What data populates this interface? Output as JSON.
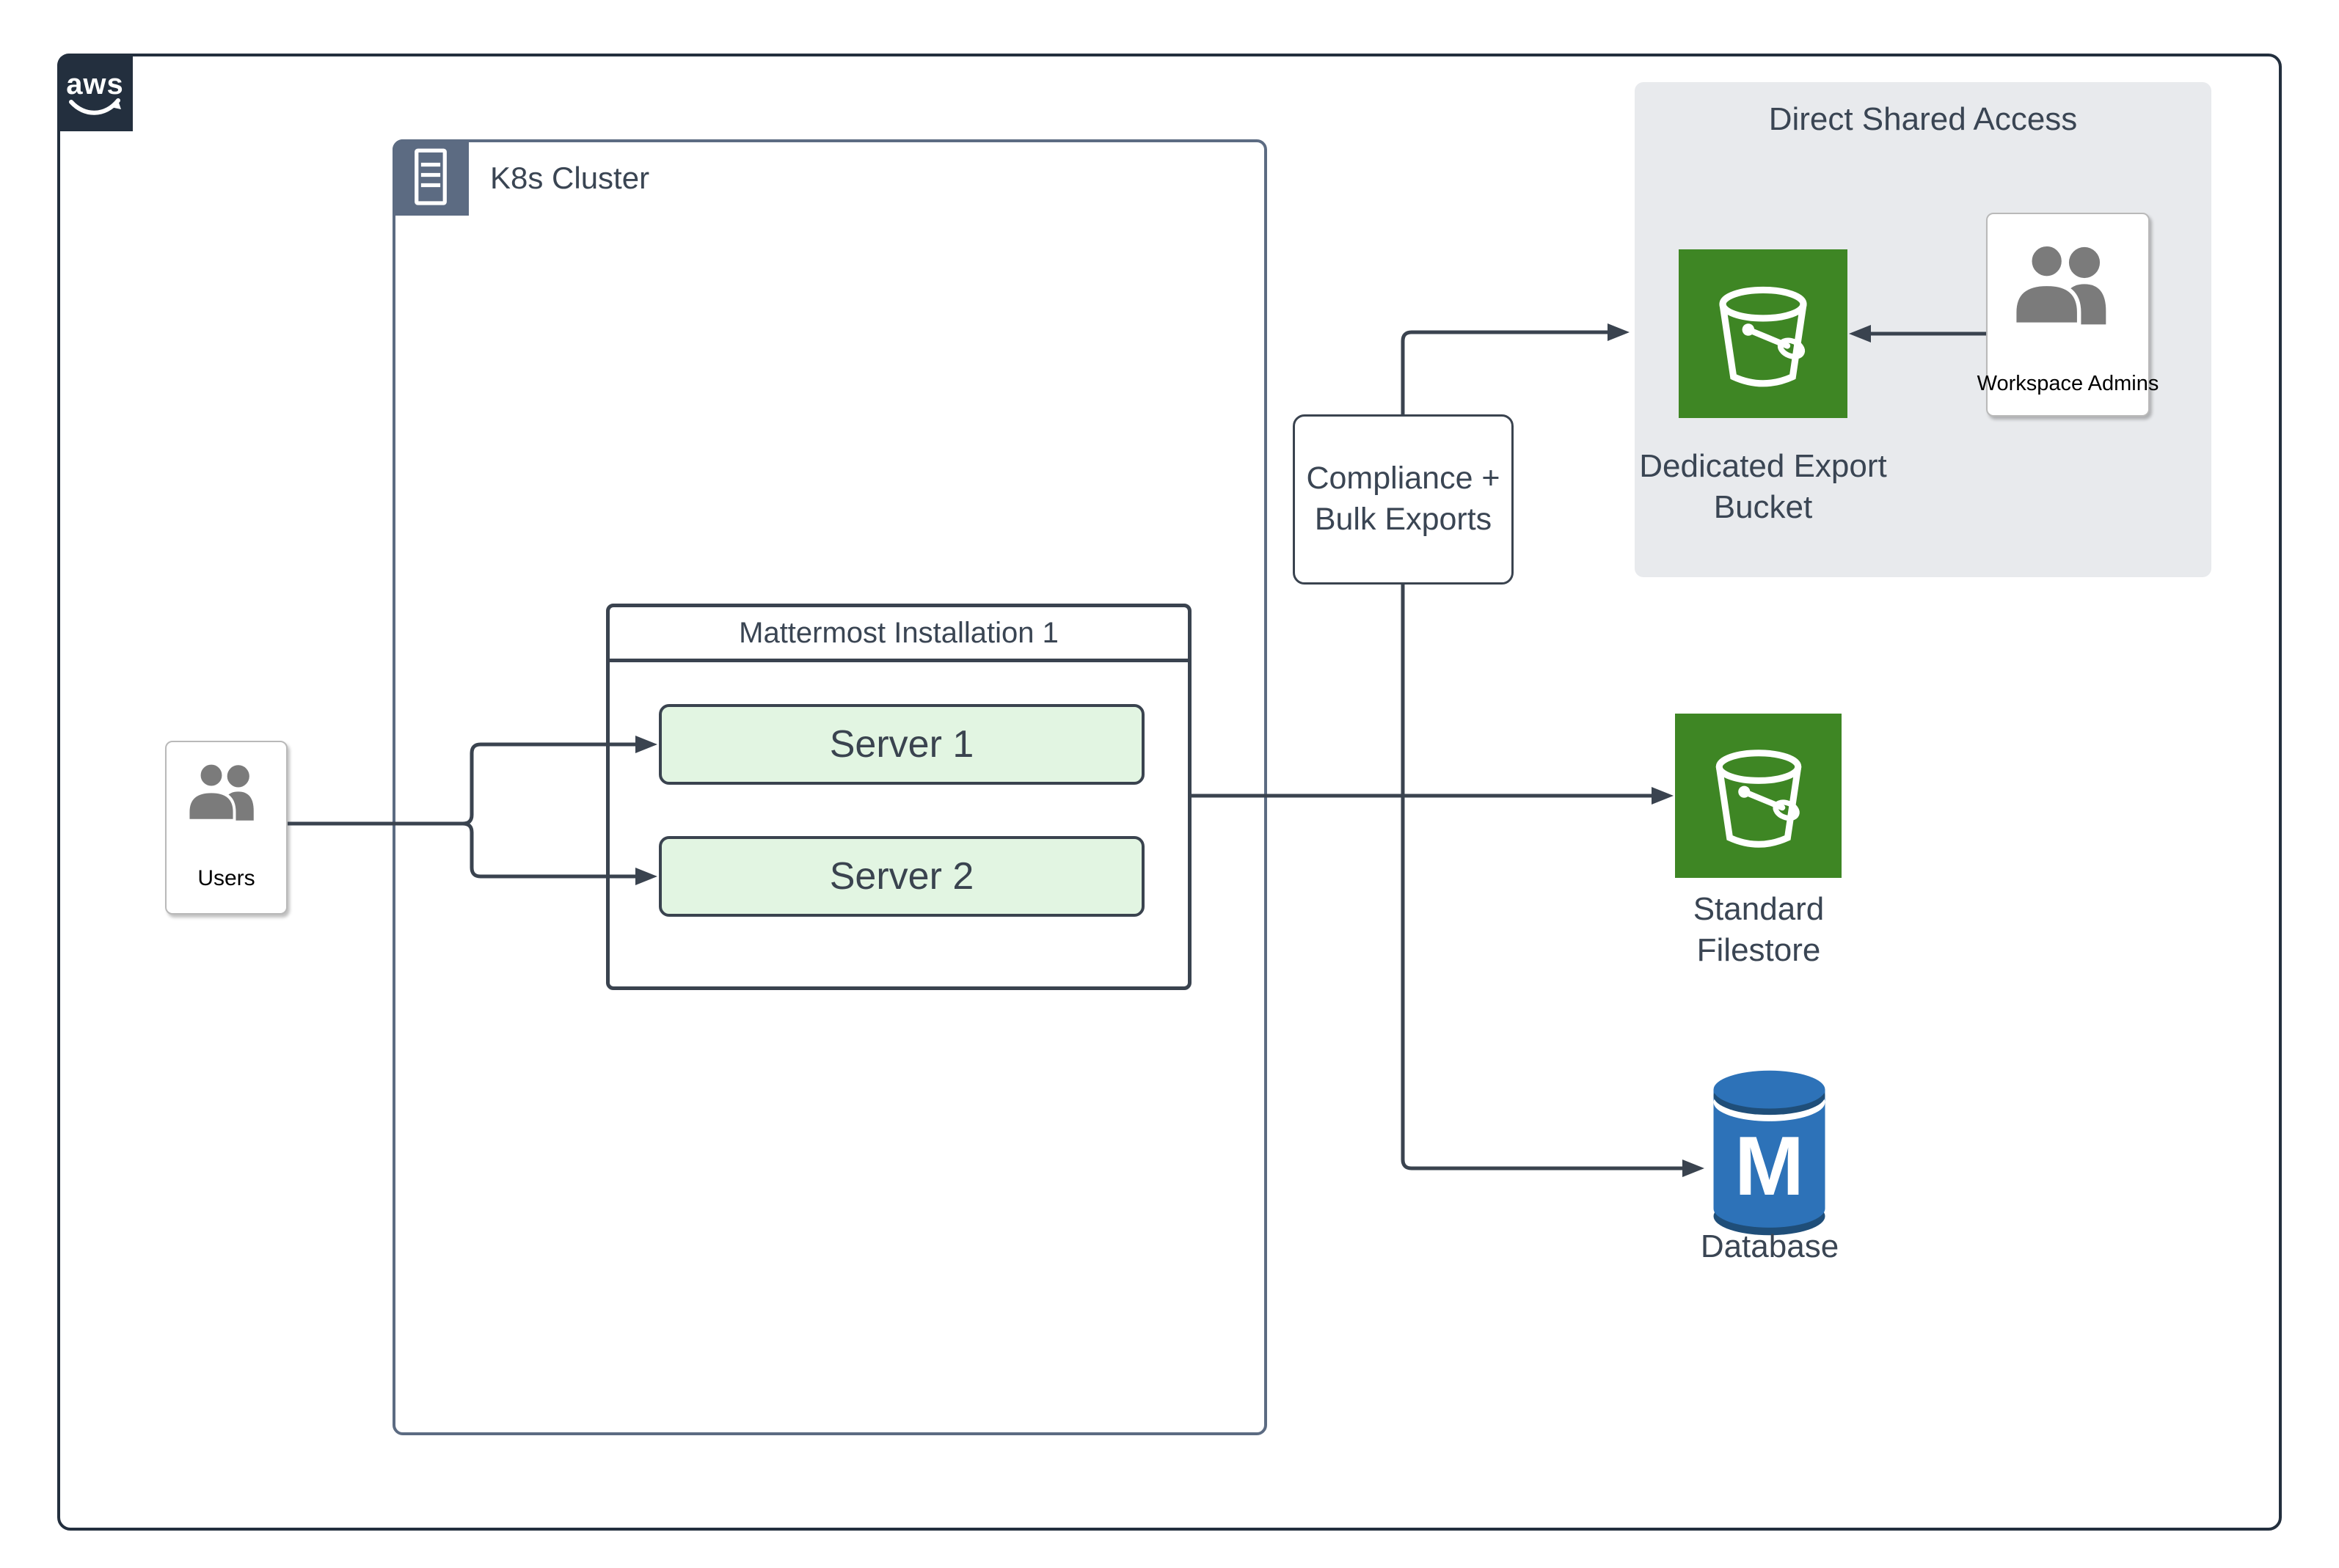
{
  "diagram": {
    "aws_label": "aws",
    "k8s_cluster": {
      "label": "K8s Cluster"
    },
    "mattermost": {
      "title": "Mattermost Installation 1",
      "servers": [
        "Server 1",
        "Server 2"
      ]
    },
    "users": {
      "label": "Users"
    },
    "compliance": {
      "line1": "Compliance +",
      "line2": "Bulk Exports"
    },
    "direct_shared_access": {
      "title": "Direct Shared Access",
      "bucket_label_line1": "Dedicated Export",
      "bucket_label_line2": "Bucket",
      "admins_label": "Workspace Admins"
    },
    "standard_filestore": {
      "line1": "Standard",
      "line2": "Filestore"
    },
    "database": {
      "label": "Database",
      "monogram": "M"
    }
  },
  "icons": {
    "aws_logo": "aws-smile-logo",
    "k8s_badge": "server-rack-icon",
    "users": "people-icon",
    "workspace_admins": "people-icon",
    "dedicated_bucket": "s3-bucket-icon",
    "standard_bucket": "s3-bucket-icon",
    "database": "database-cylinder-icon"
  },
  "colors": {
    "navy": "#232f3e",
    "slate": "#5c6b82",
    "line": "#3a434f",
    "text": "#3a4553",
    "black": "#000000",
    "server_fill": "#e2f5e2",
    "green": "#3e8624",
    "panel": "#e8eaed",
    "db_blue": "#2d72b8",
    "db_dark": "#1f4e79",
    "icon_grey": "#7b7b7b"
  }
}
